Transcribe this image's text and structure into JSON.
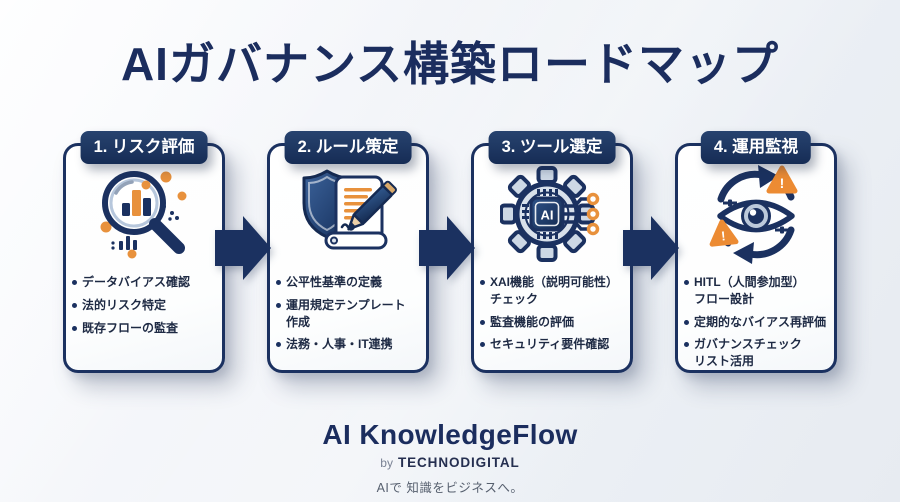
{
  "title": "AIガバナンス構築ロードマップ",
  "steps": [
    {
      "header": "1. リスク評価",
      "icon": "magnifier-analysis-icon",
      "bullets": [
        "データバイアス確認",
        "法的リスク特定",
        "既存フローの監査"
      ]
    },
    {
      "header": "2. ルール策定",
      "icon": "shield-document-pencil-icon",
      "bullets": [
        "公平性基準の定義",
        [
          "運用規定テンプレート",
          "作成"
        ],
        "法務・人事・IT連携"
      ]
    },
    {
      "header": "3. ツール選定",
      "icon": "ai-chip-gear-icon",
      "bullets": [
        [
          "XAI機能（説明可能性）",
          "チェック"
        ],
        "監査機能の評価",
        "セキュリティ要件確認"
      ]
    },
    {
      "header": "4. 運用監視",
      "icon": "eye-monitoring-cycle-icon",
      "bullets": [
        [
          "HITL（人間参加型）",
          "フロー設計"
        ],
        "定期的なバイアス再評価",
        [
          "ガバナンスチェック",
          "リスト活用"
        ]
      ]
    }
  ],
  "icons": {
    "ai_chip_label": "AI",
    "warning_mark": "!"
  },
  "footer": {
    "brand": "AI KnowledgeFlow",
    "by_label": "by",
    "company": "TECHNODIGITAL",
    "tagline": "AIで 知識をビジネスへ。"
  },
  "colors": {
    "navy": "#1b3160",
    "navy_dark": "#1b2d5e",
    "orange": "#e8913c",
    "text": "#1e2a44",
    "tagline_gray": "#565f6e"
  }
}
